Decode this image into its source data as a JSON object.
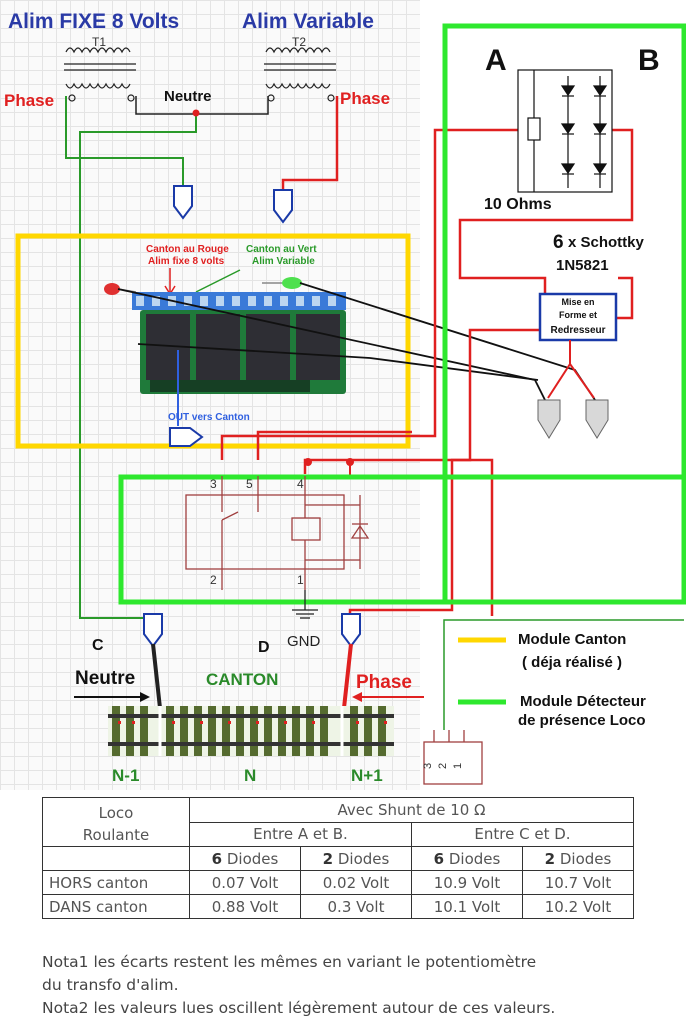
{
  "schematic": {
    "titles": {
      "alim_fixe": "Alim FIXE 8 Volts",
      "alim_variable": "Alim Variable"
    },
    "transformers": {
      "t1": "T1",
      "t2": "T2"
    },
    "wire_labels": {
      "phase_left": "Phase",
      "phase_right": "Phase",
      "neutre_top": "Neutre",
      "gnd": "GND"
    },
    "canton_module": {
      "canton_rouge": "Canton au Rouge",
      "alim_fixe": "Alim fixe 8 volts",
      "canton_vert": "Canton au Vert",
      "alim_variable": "Alim Variable",
      "out_canton": "OUT vers Canton"
    },
    "detector": {
      "label_a": "A",
      "label_b": "B",
      "resistor": "10 Ohms",
      "schottky_count": "6",
      "schottky_text": "x Schottky",
      "schottky_ref": "1N5821",
      "mise_en_forme": [
        "Mise en",
        "Forme et",
        "Redresseur"
      ]
    },
    "relay_pins": {
      "p3": "3",
      "p5": "5",
      "p4": "4",
      "p2": "2",
      "p1": "1"
    },
    "track": {
      "label_c": "C",
      "label_d": "D",
      "neutre": "Neutre",
      "phase": "Phase",
      "canton": "CANTON",
      "sections": [
        "N-1",
        "N",
        "N+1"
      ]
    },
    "connector_pins": [
      "3",
      "2",
      "1"
    ],
    "legend": {
      "canton": "Module Canton",
      "canton_sub": "( déja réalisé )",
      "detecteur": "Module Détecteur",
      "detecteur_sub": "de présence Loco"
    },
    "colors": {
      "yellow": "#ffd700",
      "green": "#2ee82e",
      "wire_red": "#e02020",
      "wire_green": "#2a9a2a",
      "title_blue": "#2a3aa6"
    }
  },
  "table": {
    "row_header": [
      "Loco",
      "Roulante"
    ],
    "shunt": "Avec Shunt de 10 Ω",
    "group_ab": "Entre A et B.",
    "group_cd": "Entre C et D.",
    "diodes": [
      {
        "num": "6",
        "word": " Diodes"
      },
      {
        "num": "2",
        "word": " Diodes"
      },
      {
        "num": "6",
        "word": " Diodes"
      },
      {
        "num": "2",
        "word": " Diodes"
      }
    ],
    "rows": [
      {
        "label": "HORS canton",
        "values": [
          "0.07 Volt",
          "0.02 Volt",
          "10.9 Volt",
          "10.7 Volt"
        ]
      },
      {
        "label": "DANS canton",
        "values": [
          "0.88 Volt",
          "0.3 Volt",
          "10.1 Volt",
          "10.2 Volt"
        ]
      }
    ]
  },
  "notes": [
    "Nota1 les écarts restent les mêmes en variant le potentiomètre",
    "du transfo d'alim.",
    "Nota2 les valeurs lues oscillent légèrement autour de ces valeurs."
  ]
}
